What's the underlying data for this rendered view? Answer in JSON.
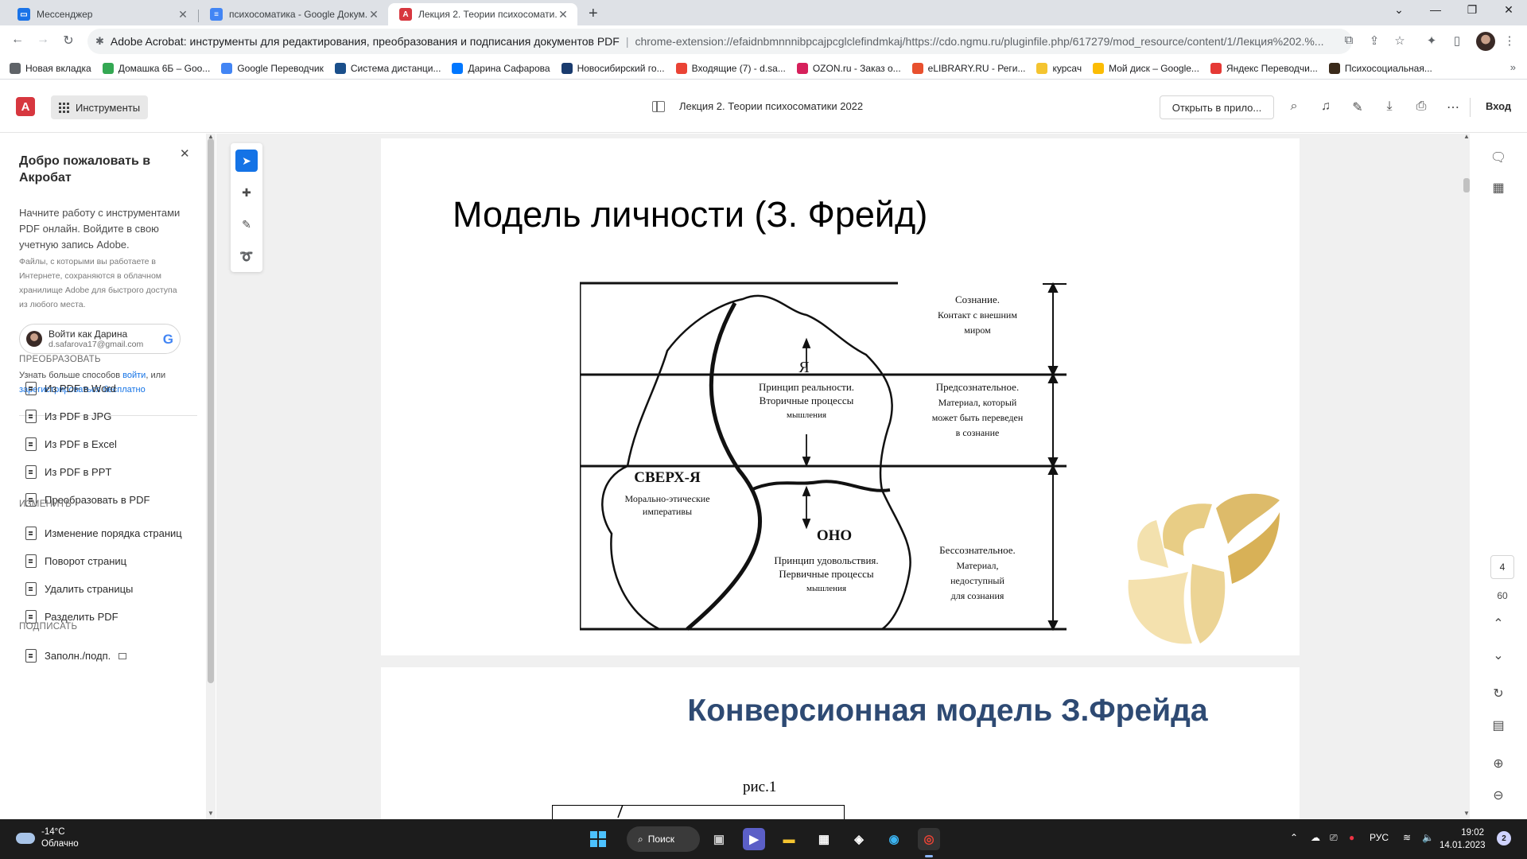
{
  "browser": {
    "tabs": [
      {
        "title": "Мессенджер",
        "icon": "messenger-icon",
        "color": "#1a73e8"
      },
      {
        "title": "психосоматика - Google Докум...",
        "icon": "docs-icon",
        "color": "#4285f4"
      },
      {
        "title": "Лекция 2. Теории психосомати...",
        "icon": "acrobat-icon",
        "color": "#d7373f"
      }
    ],
    "new_tab": "+",
    "omnibox": {
      "title": "Adobe Acrobat: инструменты для редактирования, преобразования и подписания документов PDF",
      "url": "chrome-extension://efaidnbmnnnibpcajpcglclefindmkaj/https://cdo.ngmu.ru/pluginfile.php/617279/mod_resource/content/1/Лекция%202.%..."
    },
    "bookmarks": [
      {
        "label": "Новая вкладка",
        "color": "#5f6368"
      },
      {
        "label": "Домашка 6Б – Goo...",
        "color": "#34a853"
      },
      {
        "label": "Google Переводчик",
        "color": "#4285f4"
      },
      {
        "label": "Система дистанци...",
        "color": "#1a4f8b"
      },
      {
        "label": "Дарина Сафарова",
        "color": "#0077ff"
      },
      {
        "label": "Новосибирский го...",
        "color": "#1a3b6e"
      },
      {
        "label": "Входящие (7) - d.sa...",
        "color": "#ea4335"
      },
      {
        "label": "OZON.ru - Заказ о...",
        "color": "#d6205b"
      },
      {
        "label": "eLIBRARY.RU - Реги...",
        "color": "#e8502e"
      },
      {
        "label": "курсач",
        "color": "#f4c430"
      },
      {
        "label": "Мой диск – Google...",
        "color": "#fbbc04"
      },
      {
        "label": "Яндекс Переводчи...",
        "color": "#e53935"
      },
      {
        "label": "Психосоциальная...",
        "color": "#3a2a1a"
      }
    ],
    "bookmarks_more": "»"
  },
  "acrobat": {
    "tools_label": "Инструменты",
    "document_title": "Лекция 2. Теории психосоматики 2022",
    "open_in_app": "Открыть в прило...",
    "sign_in": "Вход",
    "accent": "#d7373f"
  },
  "welcome": {
    "title": "Добро пожаловать в Акробат",
    "description": "Начните работу с инструментами PDF онлайн. Войдите в свою учетную запись Adobe.",
    "small_note": "Файлы, с которыми вы работаете в Интернете, сохраняются в облачном хранилище Adobe для быстрого доступа из любого места.",
    "google_name": "Войти как Дарина",
    "google_email": "d.safarova17@gmail.com",
    "more_prefix": "Узнать больше способов",
    "more_link1": "войти",
    "more_mid": ", или",
    "more_link2": "зарегистрироваться бесплатно"
  },
  "sections": [
    {
      "title": "ПРЕОБРАЗОВАТЬ",
      "items": [
        "Из PDF в Word",
        "Из PDF в JPG",
        "Из PDF в Excel",
        "Из PDF в PPT",
        "Преобразовать в PDF"
      ]
    },
    {
      "title": "ИЗМЕНИТЬ",
      "items": [
        "Изменение порядка страниц",
        "Поворот страниц",
        "Удалить страницы",
        "Разделить PDF"
      ]
    },
    {
      "title": "ПОДПИСАТЬ",
      "items": [
        "Заполн./подп."
      ]
    }
  ],
  "page1": {
    "title": "Модель личности (З. Фрейд)",
    "diagram": {
      "ego_label": "Я",
      "ego_desc": [
        "Принцип реальности.",
        "Вторичные процессы",
        "мышления"
      ],
      "superego_label": "СВЕРХ-Я",
      "superego_desc": [
        "Морально-этические",
        "императивы"
      ],
      "id_label": "ОНО",
      "id_desc": [
        "Принцип удовольствия.",
        "Первичные процессы",
        "мышления"
      ],
      "conscious": [
        "Сознание.",
        "Контакт с внешним",
        "миром"
      ],
      "preconscious": [
        "Предсознательное.",
        "Материал, который",
        "может быть переведен",
        "в сознание"
      ],
      "unconscious": [
        "Бессознательное.",
        "Материал,",
        "недоступный",
        "для сознания"
      ]
    }
  },
  "page2": {
    "title": "Конверсионная модель З.Фрейда",
    "figure_caption": "рис.1"
  },
  "pager": {
    "current": "4",
    "total": "60"
  },
  "taskbar": {
    "temperature": "-14°C",
    "weather": "Облачно",
    "search": "Поиск",
    "language": "РУС",
    "time": "19:02",
    "date": "14.01.2023",
    "notifications": "2"
  }
}
